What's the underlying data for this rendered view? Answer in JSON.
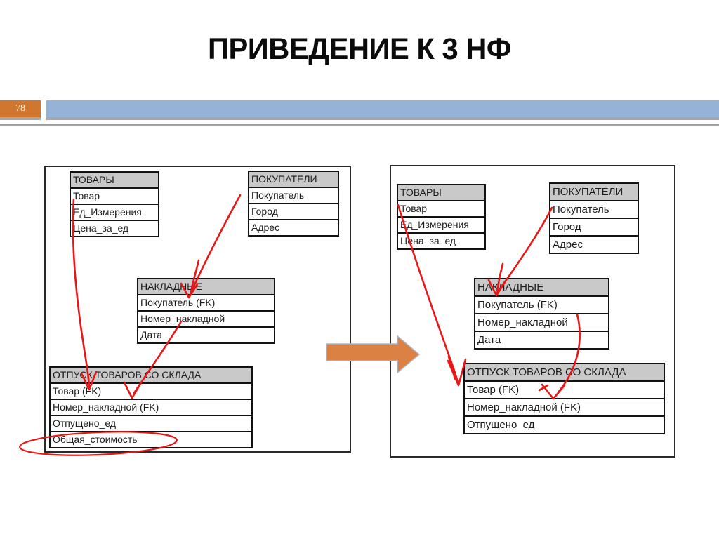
{
  "slide": {
    "title": "ПРИВЕДЕНИЕ К 3 НФ",
    "number": "78"
  },
  "colors": {
    "title_text": "#0b0b0b",
    "slide_number_badge_orange": "#d0762f",
    "header_bar_blue": "#95b3d7",
    "divider_gray": "#9a9a9a",
    "table_header_bg": "#c9c9c9",
    "annotation_red": "#e81616",
    "transform_arrow_orange": "#dc8144"
  },
  "diagrams": {
    "before": {
      "tables": {
        "tovary": {
          "title": "ТОВАРЫ",
          "rows": [
            "Товар",
            "Ед_Измерения",
            "Цена_за_ед"
          ]
        },
        "pokupateli": {
          "title": "ПОКУПАТЕЛИ",
          "rows": [
            "Покупатель",
            "Город",
            "Адрес"
          ]
        },
        "nakladnye": {
          "title": "НАКЛАДНЫЕ",
          "rows": [
            "Покупатель (FK)",
            "Номер_накладной",
            "Дата"
          ]
        },
        "otpusk": {
          "title": "ОТПУСК ТОВАРОВ СО СКЛАДА",
          "rows": [
            "Товар (FK)",
            "Номер_накладной (FK)",
            "Отпущено_ед",
            "Общая_стоимость"
          ]
        }
      },
      "annotations": {
        "circled_field": "Общая_стоимость",
        "relations": [
          "ТОВАРЫ.Товар → ОТПУСК ТОВАРОВ СО СКЛАДА.Товар (FK)",
          "ПОКУПАТЕЛИ.Покупатель → НАКЛАДНЫЕ.Покупатель (FK)",
          "НАКЛАДНЫЕ.Номер_накладной → ОТПУСК ТОВАРОВ СО СКЛАДА.Номер_накладной (FK)"
        ]
      }
    },
    "after": {
      "tables": {
        "tovary": {
          "title": "ТОВАРЫ",
          "rows": [
            "Товар",
            "Ед_Измерения",
            "Цена_за_ед"
          ]
        },
        "pokupateli": {
          "title": "ПОКУПАТЕЛИ",
          "rows": [
            "Покупатель",
            "Город",
            "Адрес"
          ]
        },
        "nakladnye": {
          "title": "НАКЛАДНЫЕ",
          "rows": [
            "Покупатель (FK)",
            "Номер_накладной",
            "Дата"
          ]
        },
        "otpusk": {
          "title": "ОТПУСК ТОВАРОВ СО СКЛАДА",
          "rows": [
            "Товар (FK)",
            "Номер_накладной (FK)",
            "Отпущено_ед"
          ]
        }
      },
      "annotations": {
        "relations": [
          "ТОВАРЫ.Товар → ОТПУСК ТОВАРОВ СО СКЛАДА.Товар (FK)",
          "ПОКУПАТЕЛИ.Покупатель → НАКЛАДНЫЕ.Покупатель (FK)",
          "НАКЛАДНЫЕ.Номер_накладной → ОТПУСК ТОВАРОВ СО СКЛАДА.Номер_накладной (FK)"
        ]
      }
    },
    "transform_step": "before → after"
  }
}
